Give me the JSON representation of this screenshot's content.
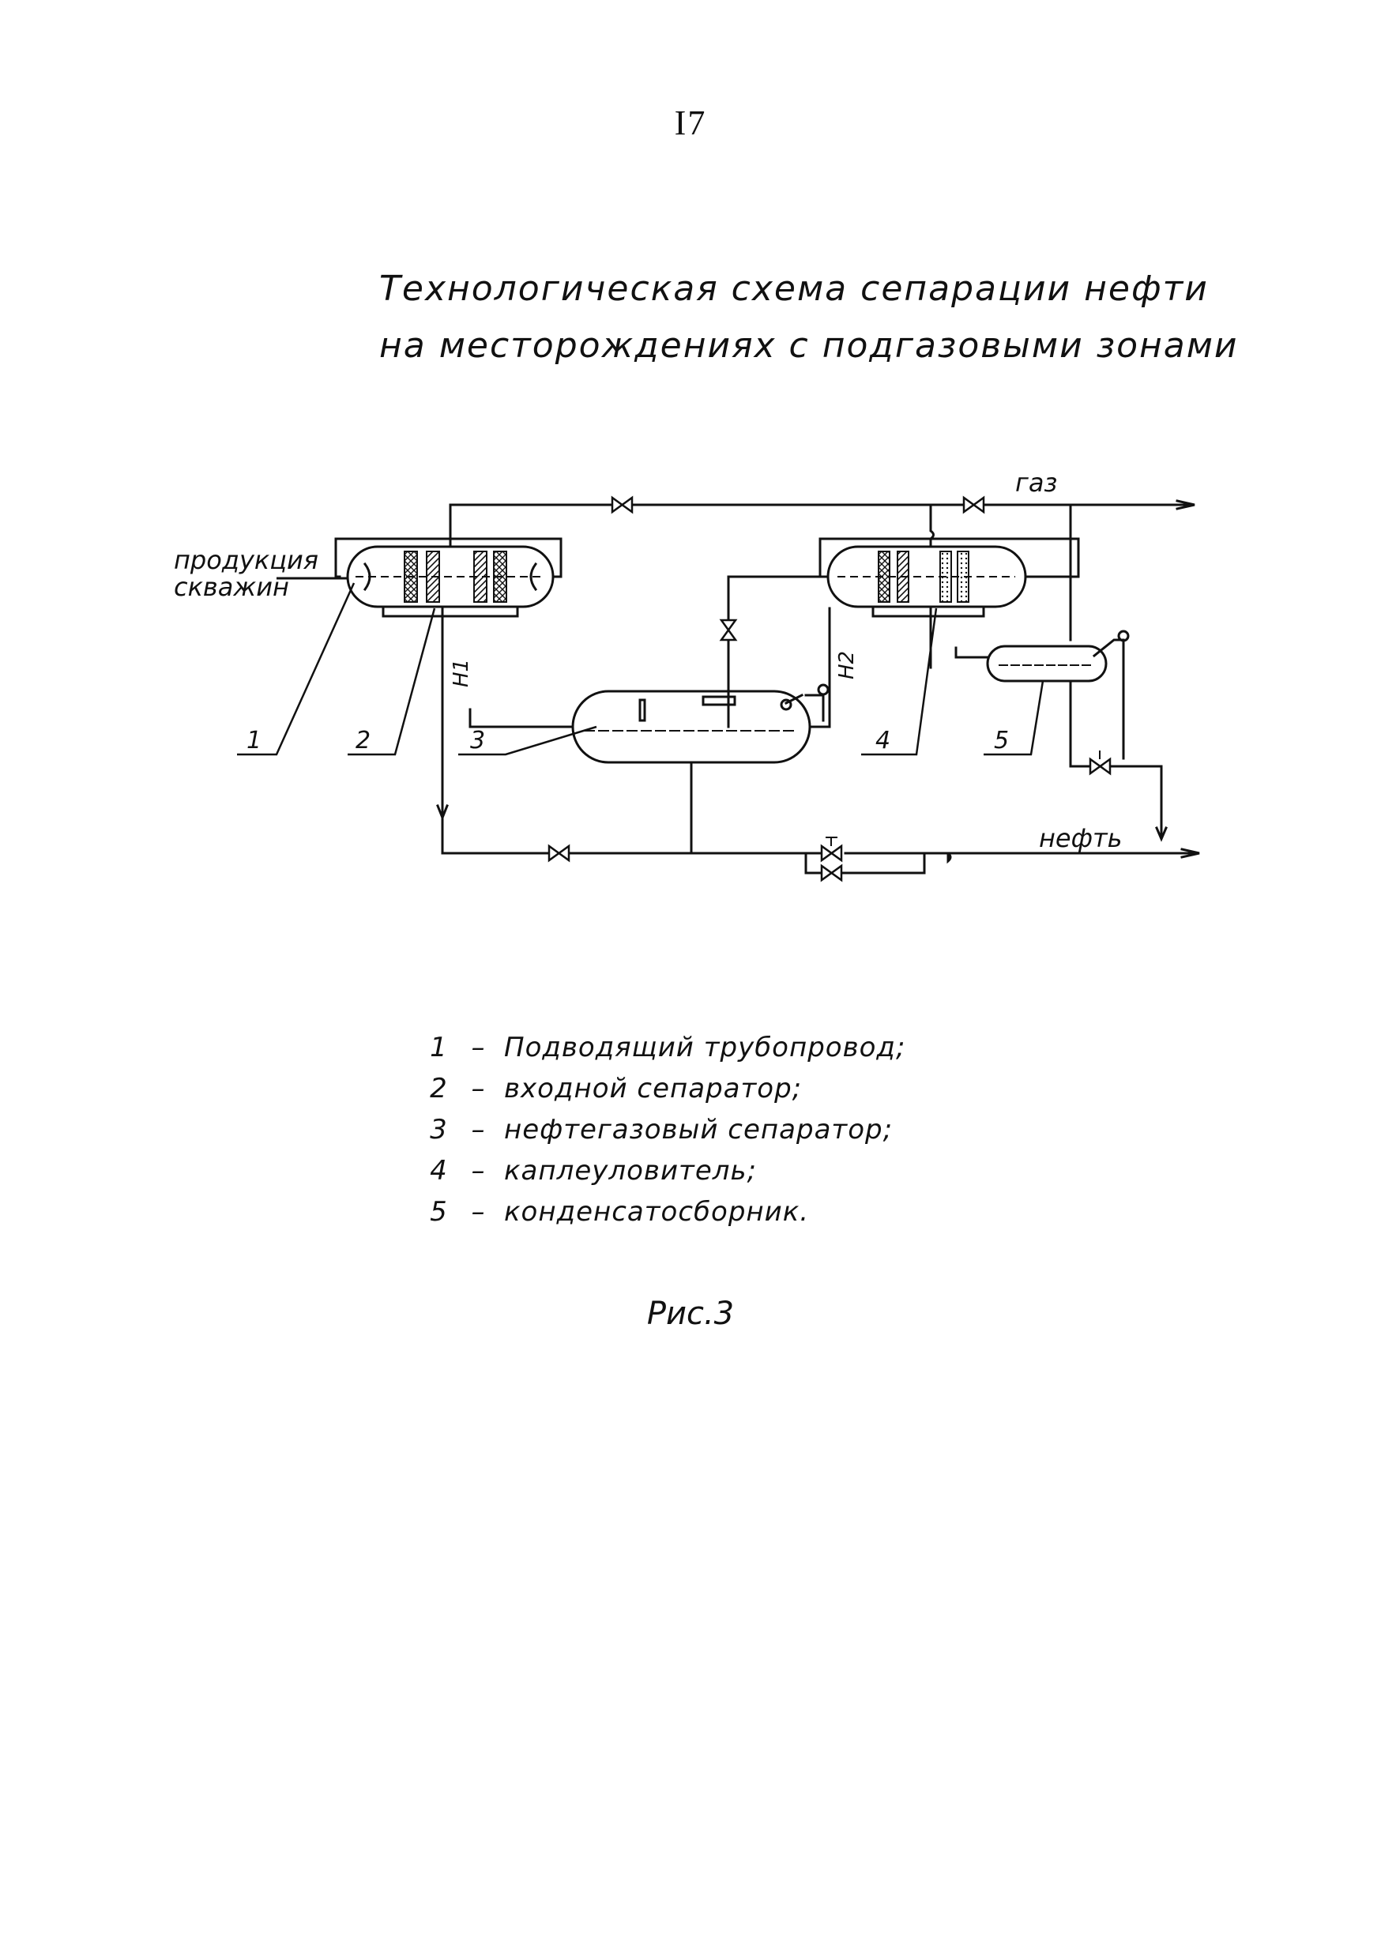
{
  "page": {
    "number": "I7",
    "title_line1": "Технологическая схема сепарации нефти",
    "title_line2": "на месторождениях с подгазовыми зонами",
    "caption": "Рис.3"
  },
  "diagram": {
    "inlet_label_line1": "продукция",
    "inlet_label_line2": "скважин",
    "gas_label": "газ",
    "oil_label": "нефть",
    "level_labels": [
      "H1",
      "H2"
    ],
    "callouts": [
      "1",
      "2",
      "3",
      "4",
      "5"
    ]
  },
  "legend": [
    {
      "num": "1",
      "dash": "–",
      "text": "Подводящий трубопровод;"
    },
    {
      "num": "2",
      "dash": "–",
      "text": "входной сепаратор;"
    },
    {
      "num": "3",
      "dash": "–",
      "text": "нефтегазовый сепаратор;"
    },
    {
      "num": "4",
      "dash": "–",
      "text": "каплеуловитель;"
    },
    {
      "num": "5",
      "dash": "–",
      "text": "конденсатосборник."
    }
  ],
  "colors": {
    "ink": "#111111",
    "paper": "#ffffff"
  }
}
